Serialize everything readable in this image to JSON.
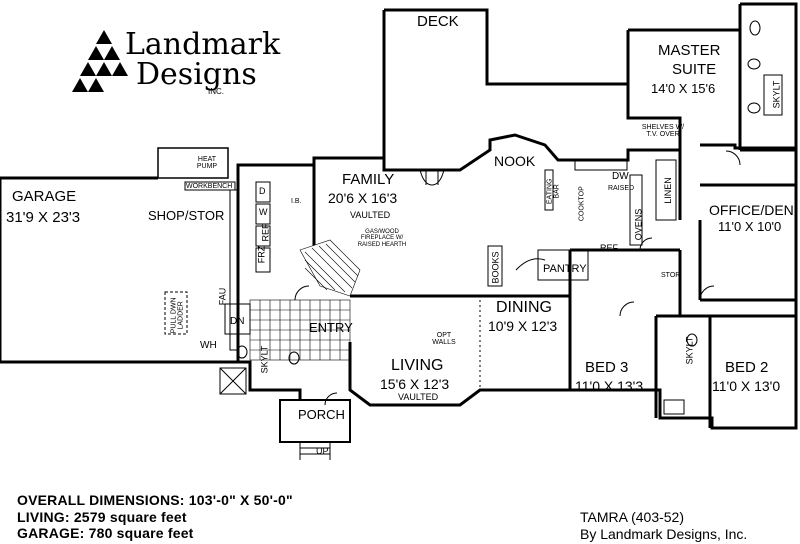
{
  "brand": {
    "name_line1": "Landmark",
    "name_line2": "Designs",
    "suffix": "INC."
  },
  "rooms": {
    "deck": "DECK",
    "master_suite_line1": "MASTER",
    "master_suite_line2": "SUITE",
    "master_suite_dim": "14'0 X 15'6",
    "garage": "GARAGE",
    "garage_dim": "31'9 X 23'3",
    "shop": "SHOP/STOR",
    "family": "FAMILY",
    "family_dim": "20'6 X 16'3",
    "family_note": "VAULTED",
    "nook": "NOOK",
    "office": "OFFICE/DEN",
    "office_dim": "11'0 X 10'0",
    "dining": "DINING",
    "dining_dim": "10'9 X 12'3",
    "pantry": "PANTRY",
    "entry": "ENTRY",
    "living": "LIVING",
    "living_dim": "15'6 X 12'3",
    "living_note": "VAULTED",
    "bed3": "BED 3",
    "bed3_dim": "11'0 X 13'3",
    "bed2": "BED 2",
    "bed2_dim": "11'0 X 13'0",
    "porch": "PORCH",
    "up": "UP"
  },
  "fixtures": {
    "heat_pump": "HEAT PUMP",
    "workbench": "WORKBENCH",
    "ib": "I.B.",
    "frz": "FRZ",
    "ref": "REF",
    "w": "W",
    "d": "D",
    "fau": "FAU",
    "pull_dwn_ladder": "PULL DWN LADDER",
    "dn": "DN",
    "wh": "WH",
    "skylt": "SKYLT",
    "gas_fireplace": "GAS/WOOD FIREPLACE W/ RAISED HEARTH",
    "books": "BOOKS",
    "opt_walls": "OPT WALLS",
    "eating_bar": "EATING BAR",
    "cooktop": "COOKTOP",
    "dw": "DW",
    "raised": "RAISED",
    "ovens": "OVENS",
    "linen": "LINEN",
    "shelves": "SHELVES W/ T.V. OVER",
    "ref2": "REF",
    "stor": "STOR"
  },
  "footer": {
    "overall": "OVERALL DIMENSIONS: 103'-0\" X 50'-0\"",
    "living": "LIVING: 2579 square feet",
    "garage": "GARAGE: 780 square feet",
    "plan_name": "TAMRA (403-52)",
    "credit": "By Landmark Designs, Inc."
  }
}
